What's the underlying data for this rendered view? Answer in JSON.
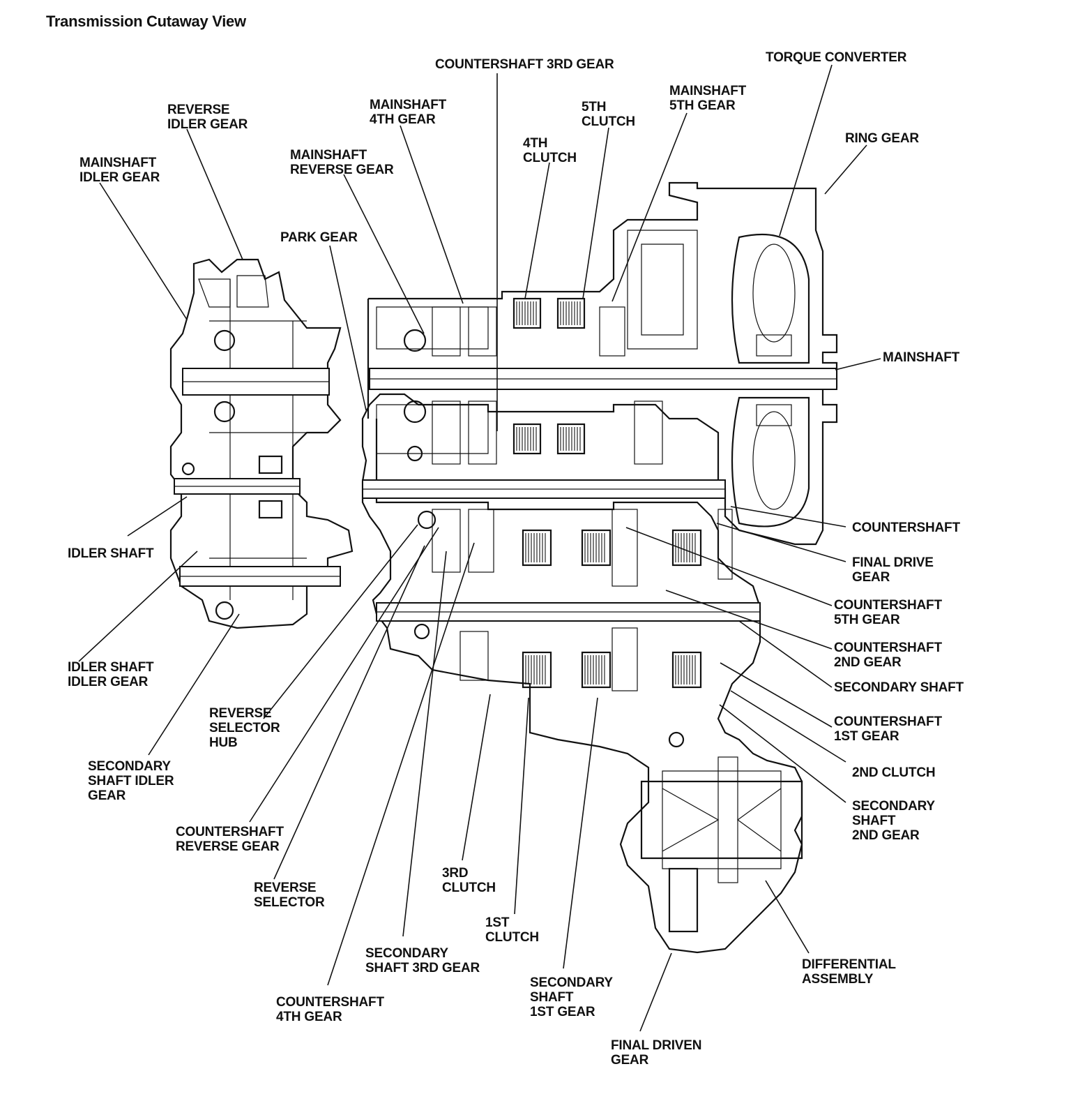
{
  "title": "Transmission Cutaway View",
  "labels": {
    "countershaft_3rd_gear": [
      "COUNTERSHAFT 3RD GEAR"
    ],
    "torque_converter": [
      "TORQUE CONVERTER"
    ],
    "mainshaft_4th_gear": [
      "MAINSHAFT",
      "4TH GEAR"
    ],
    "fifth_clutch": [
      "5TH",
      "CLUTCH"
    ],
    "mainshaft_5th_gear": [
      "MAINSHAFT",
      "5TH GEAR"
    ],
    "reverse_idler_gear": [
      "REVERSE",
      "IDLER GEAR"
    ],
    "ring_gear": [
      "RING GEAR"
    ],
    "mainshaft_idler_gear": [
      "MAINSHAFT",
      "IDLER GEAR"
    ],
    "mainshaft_reverse_gear": [
      "MAINSHAFT",
      "REVERSE GEAR"
    ],
    "fourth_clutch": [
      "4TH",
      "CLUTCH"
    ],
    "park_gear": [
      "PARK GEAR"
    ],
    "mainshaft": [
      "MAINSHAFT"
    ],
    "countershaft": [
      "COUNTERSHAFT"
    ],
    "idler_shaft": [
      "IDLER SHAFT"
    ],
    "final_drive_gear": [
      "FINAL DRIVE",
      "GEAR"
    ],
    "countershaft_5th_gear": [
      "COUNTERSHAFT",
      "5TH GEAR"
    ],
    "countershaft_2nd_gear": [
      "COUNTERSHAFT",
      "2ND GEAR"
    ],
    "idler_shaft_idler_gear": [
      "IDLER SHAFT",
      "IDLER GEAR"
    ],
    "secondary_shaft": [
      "SECONDARY SHAFT"
    ],
    "reverse_selector_hub": [
      "REVERSE",
      "SELECTOR",
      "HUB"
    ],
    "countershaft_1st_gear": [
      "COUNTERSHAFT",
      "1ST GEAR"
    ],
    "secondary_shaft_idler_gear": [
      "SECONDARY",
      "SHAFT IDLER",
      "GEAR"
    ],
    "second_clutch": [
      "2ND CLUTCH"
    ],
    "secondary_shaft_2nd_gear": [
      "SECONDARY",
      "SHAFT",
      "2ND GEAR"
    ],
    "countershaft_reverse_gear": [
      "COUNTERSHAFT",
      "REVERSE GEAR"
    ],
    "third_clutch": [
      "3RD",
      "CLUTCH"
    ],
    "reverse_selector": [
      "REVERSE",
      "SELECTOR"
    ],
    "first_clutch": [
      "1ST",
      "CLUTCH"
    ],
    "secondary_shaft_3rd_gear": [
      "SECONDARY",
      "SHAFT 3RD GEAR"
    ],
    "differential_assembly": [
      "DIFFERENTIAL",
      "ASSEMBLY"
    ],
    "secondary_shaft_1st_gear": [
      "SECONDARY",
      "SHAFT",
      "1ST GEAR"
    ],
    "countershaft_4th_gear": [
      "COUNTERSHAFT",
      "4TH GEAR"
    ],
    "final_driven_gear": [
      "FINAL DRIVEN",
      "GEAR"
    ]
  }
}
